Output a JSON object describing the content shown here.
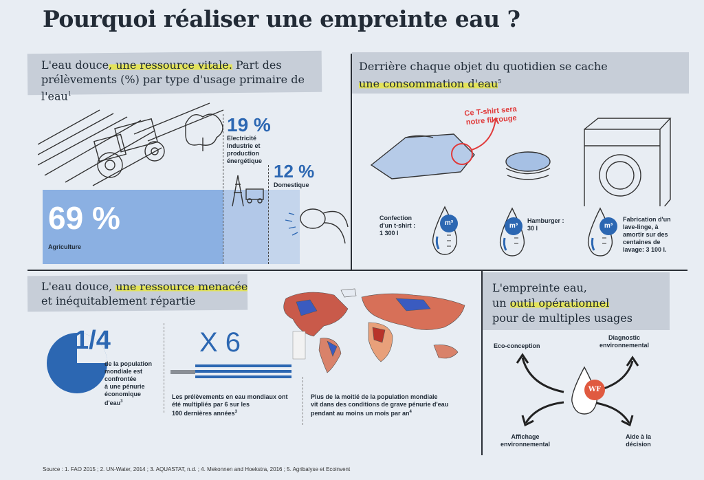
{
  "title": "Pourquoi réaliser une empreinte eau ?",
  "p1": {
    "heading_a": "L'eau douce",
    "heading_b": ", une ressource vitale.",
    "heading_c": " Part des",
    "heading_d": "prélèvements (%) par type d'usage primaire de l'eau",
    "heading_sup": "1",
    "agri_value": "69 %",
    "agri_label": "Agriculture",
    "ind_value": "19 %",
    "ind_label_1": "Electricité",
    "ind_label_2": "Industrie et",
    "ind_label_3": "production",
    "ind_label_4": "énergétique",
    "dom_value": "12 %",
    "dom_label": "Domestique"
  },
  "p2": {
    "heading_a": "Derrière chaque objet du quotidien se cache",
    "heading_b": "une consommation d'eau",
    "heading_sup": "5",
    "callout_1": "Ce T-shirt sera",
    "callout_2": "notre fil rouge",
    "unit": "m³",
    "tshirt_1": "Confection",
    "tshirt_2": "d'un t-shirt :",
    "tshirt_3": "1 300 l",
    "burger_1": "Hamburger :",
    "burger_2": "30 l",
    "machine_1": "Fabrication d'un",
    "machine_2": "lave-linge, à",
    "machine_3": "amortir sur des",
    "machine_4": "centaines de",
    "machine_5": "lavage: 3 100 l."
  },
  "p3": {
    "heading_a": "L'eau douce, ",
    "heading_b": "une ressource menacée",
    "heading_c": "et inéquitablement répartie",
    "quarter_value": "1/4",
    "quarter_1": "de la population",
    "quarter_2": "mondiale est",
    "quarter_3": "confrontée",
    "quarter_4": "à une pénurie",
    "quarter_5": "économique",
    "quarter_6": "d'eau",
    "quarter_sup": "3",
    "x6_value": "X 6",
    "x6_1": "Les prélèvements en eau mondiaux ont",
    "x6_2": "été multipliés par 6 sur les",
    "x6_3": "100 dernières années",
    "x6_sup": "3",
    "map_1": "Plus de la moitié de la population mondiale",
    "map_2": "vit dans des conditions de grave pénurie d'eau",
    "map_3": "pendant au moins un mois par an",
    "map_sup": "4"
  },
  "p4": {
    "heading_a": "L'empreinte eau,",
    "heading_b": "un ",
    "heading_c": "outil opérationnel",
    "heading_d": "pour de multiples usages",
    "center": "WF",
    "eco": "Eco-conception",
    "diag_1": "Diagnostic",
    "diag_2": "environnemental",
    "aff_1": "Affichage",
    "aff_2": "environnemental",
    "aide_1": "Aide à la",
    "aide_2": "décision"
  },
  "source": "Source : 1. FAO 2015 ; 2. UN-Water, 2014 ; 3. AQUASTAT, n.d. ; 4. Mekonnen and Hoekstra, 2016 ; 5. Agribalyse et Ecoinvent"
}
